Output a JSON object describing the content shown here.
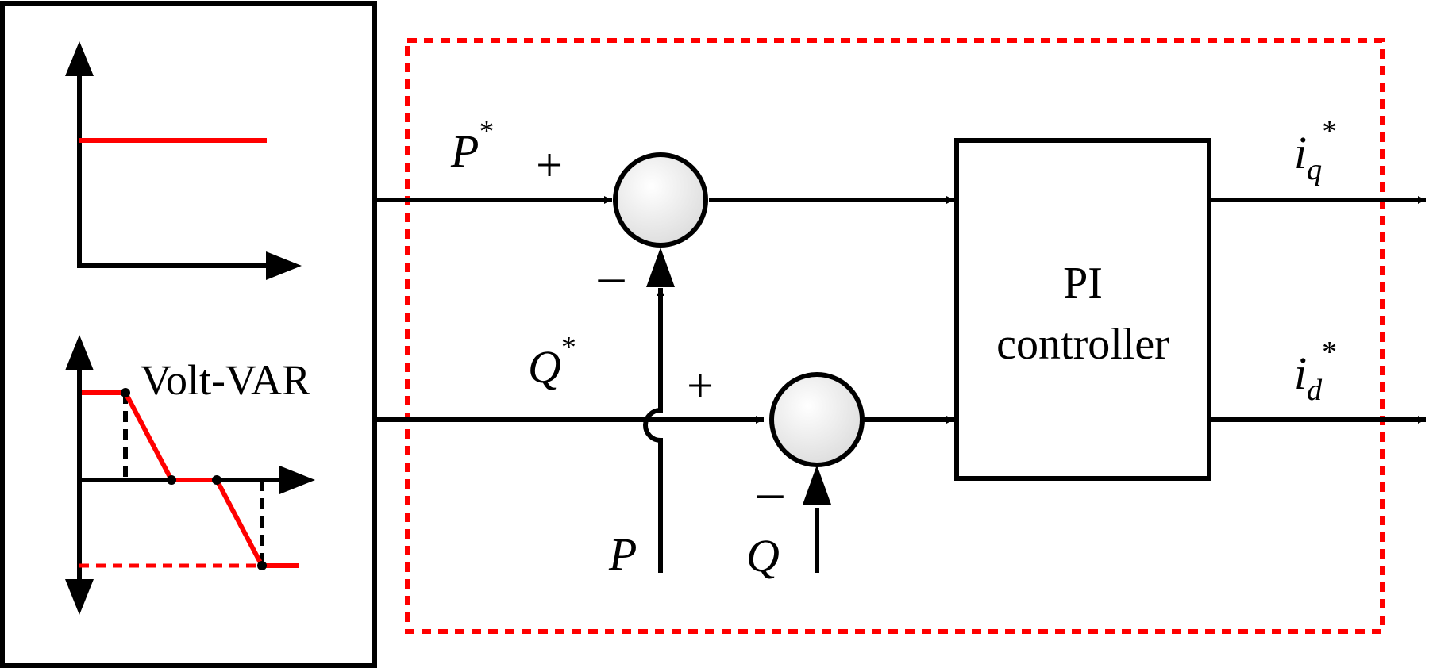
{
  "controller": {
    "line1": "PI",
    "line2": "controller"
  },
  "curve_label": "Volt-VAR",
  "inputs": {
    "p_ref": {
      "sym": "P",
      "sup": "*"
    },
    "q_ref": {
      "sym": "Q",
      "sup": "*"
    },
    "p_meas": "P",
    "q_meas": "Q"
  },
  "outputs": {
    "iq": {
      "sym": "i",
      "sub": "q",
      "sup": "*"
    },
    "id": {
      "sym": "i",
      "sub": "d",
      "sup": "*"
    }
  },
  "signs": {
    "plus": "+",
    "minus": "−"
  },
  "colors": {
    "line": "#000000",
    "accent": "#ff0000"
  }
}
